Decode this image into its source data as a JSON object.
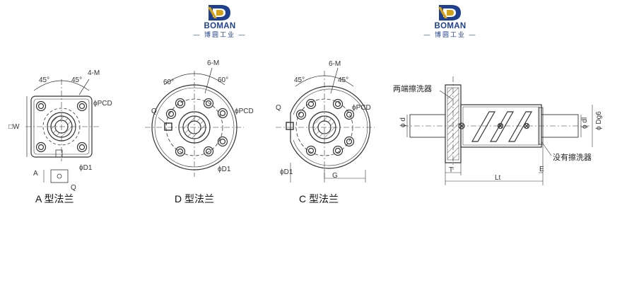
{
  "logos": [
    {
      "brand": "BOMAN",
      "subtitle": "— 博圆工业 —"
    },
    {
      "brand": "BOMAN",
      "subtitle": "— 博圆工业 —"
    }
  ],
  "captions": {
    "a": "A 型法兰",
    "d": "D 型法兰",
    "c": "C 型法兰"
  },
  "flange_a": {
    "angle1": "45°",
    "angle2": "45°",
    "holes": "4-M",
    "pcd": "ϕPCD",
    "d1": "ϕD1",
    "w": "□W",
    "a": "A",
    "q": "Q"
  },
  "flange_d": {
    "holes": "6-M",
    "angle1": "60°",
    "angle2": "60°",
    "q": "Q",
    "pcd": "ϕPCD",
    "d1": "ϕD1"
  },
  "flange_c": {
    "angle1": "45°",
    "holes": "6-M",
    "angle2": "45°",
    "q": "Q",
    "pcd": "ϕPCD",
    "d1": "ϕD1",
    "g": "G"
  },
  "side_view": {
    "wiper_both": "两端擦洗器",
    "no_wiper": "没有擦洗器",
    "d": "ϕ d",
    "dl": "ϕ dl",
    "dg6": "ϕ Dg6",
    "t": "T",
    "lt": "Lt",
    "e": "E"
  },
  "colors": {
    "logo_blue": "#1f3f8f",
    "logo_gold": "#d4a21a",
    "line": "#333333"
  }
}
